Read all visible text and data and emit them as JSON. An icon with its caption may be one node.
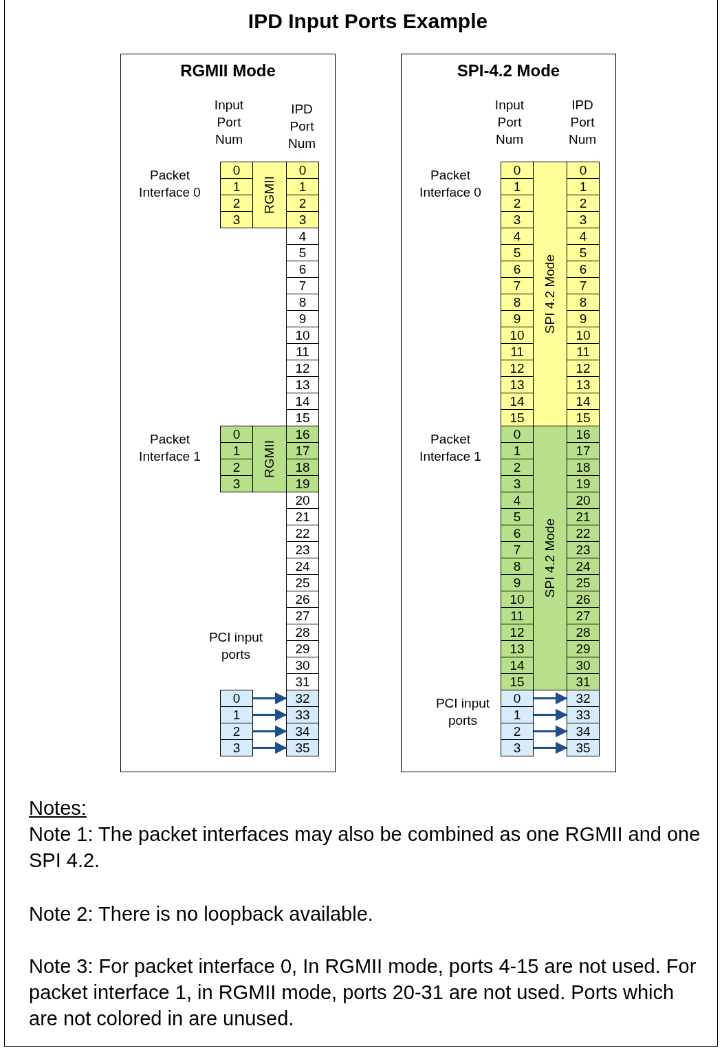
{
  "diagram": {
    "title": "IPD Input Ports Example",
    "nodes": [
      {
        "text": [
          "RGMII Mode"
        ]
      },
      {
        "text": [
          "SPI-4.2 Mode"
        ]
      },
      {
        "text": [
          "0"
        ],
        "in": 0
      },
      {
        "text": [
          "1"
        ],
        "in": 0
      },
      {
        "text": [
          "2"
        ],
        "in": 0
      },
      {
        "text": [
          "3"
        ],
        "in": 0
      },
      {
        "text": [
          "RGMII"
        ],
        "in": 0
      },
      {
        "text": [
          "0"
        ],
        "in": 0
      },
      {
        "text": [
          "1"
        ],
        "in": 0
      },
      {
        "text": [
          "2"
        ],
        "in": 0
      },
      {
        "text": [
          "3"
        ],
        "in": 0
      },
      {
        "text": [
          "4"
        ],
        "in": 0
      },
      {
        "text": [
          "5"
        ],
        "in": 0
      },
      {
        "text": [
          "6"
        ],
        "in": 0
      },
      {
        "text": [
          "7"
        ],
        "in": 0
      },
      {
        "text": [
          "8"
        ],
        "in": 0
      },
      {
        "text": [
          "9"
        ],
        "in": 0
      },
      {
        "text": [
          "10"
        ],
        "in": 0
      },
      {
        "text": [
          "11"
        ],
        "in": 0
      },
      {
        "text": [
          "12"
        ],
        "in": 0
      },
      {
        "text": [
          "13"
        ],
        "in": 0
      },
      {
        "text": [
          "14"
        ],
        "in": 0
      },
      {
        "text": [
          "15"
        ],
        "in": 0
      },
      {
        "text": [
          "16"
        ],
        "in": 0
      },
      {
        "text": [
          "17"
        ],
        "in": 0
      },
      {
        "text": [
          "18"
        ],
        "in": 0
      },
      {
        "text": [
          "19"
        ],
        "in": 0
      },
      {
        "text": [
          "20"
        ],
        "in": 0
      },
      {
        "text": [
          "21"
        ],
        "in": 0
      },
      {
        "text": [
          "22"
        ],
        "in": 0
      },
      {
        "text": [
          "23"
        ],
        "in": 0
      },
      {
        "text": [
          "24"
        ],
        "in": 0
      },
      {
        "text": [
          "25"
        ],
        "in": 0
      },
      {
        "text": [
          "26"
        ],
        "in": 0
      },
      {
        "text": [
          "27"
        ],
        "in": 0
      },
      {
        "text": [
          "28"
        ],
        "in": 0
      },
      {
        "text": [
          "29"
        ],
        "in": 0
      },
      {
        "text": [
          "30"
        ],
        "in": 0
      },
      {
        "text": [
          "31"
        ],
        "in": 0
      },
      {
        "text": [
          "32"
        ],
        "in": 0
      },
      {
        "text": [
          "33"
        ],
        "in": 0
      },
      {
        "text": [
          "34"
        ],
        "in": 0
      },
      {
        "text": [
          "35"
        ],
        "in": 0
      },
      {
        "text": [
          "0"
        ],
        "in": 0
      },
      {
        "text": [
          "1"
        ],
        "in": 0
      },
      {
        "text": [
          "2"
        ],
        "in": 0
      },
      {
        "text": [
          "3"
        ],
        "in": 0
      },
      {
        "text": [
          "RGMII"
        ],
        "in": 0
      },
      {
        "text": [
          "0"
        ],
        "in": 0
      },
      {
        "text": [
          "1"
        ],
        "in": 0
      },
      {
        "text": [
          "2"
        ],
        "in": 0
      },
      {
        "text": [
          "3"
        ],
        "in": 0
      },
      {
        "text": [
          "0"
        ],
        "in": 1
      },
      {
        "text": [
          "1"
        ],
        "in": 1
      },
      {
        "text": [
          "2"
        ],
        "in": 1
      },
      {
        "text": [
          "3"
        ],
        "in": 1
      },
      {
        "text": [
          "4"
        ],
        "in": 1
      },
      {
        "text": [
          "5"
        ],
        "in": 1
      },
      {
        "text": [
          "6"
        ],
        "in": 1
      },
      {
        "text": [
          "7"
        ],
        "in": 1
      },
      {
        "text": [
          "8"
        ],
        "in": 1
      },
      {
        "text": [
          "9"
        ],
        "in": 1
      },
      {
        "text": [
          "10"
        ],
        "in": 1
      },
      {
        "text": [
          "11"
        ],
        "in": 1
      },
      {
        "text": [
          "12"
        ],
        "in": 1
      },
      {
        "text": [
          "13"
        ],
        "in": 1
      },
      {
        "text": [
          "14"
        ],
        "in": 1
      },
      {
        "text": [
          "15"
        ],
        "in": 1
      },
      {
        "text": [
          "SPI 4.2 Mode"
        ],
        "in": 1
      },
      {
        "text": [
          "0"
        ],
        "in": 1
      },
      {
        "text": [
          "1"
        ],
        "in": 1
      },
      {
        "text": [
          "2"
        ],
        "in": 1
      },
      {
        "text": [
          "3"
        ],
        "in": 1
      },
      {
        "text": [
          "4"
        ],
        "in": 1
      },
      {
        "text": [
          "5"
        ],
        "in": 1
      },
      {
        "text": [
          "6"
        ],
        "in": 1
      },
      {
        "text": [
          "7"
        ],
        "in": 1
      },
      {
        "text": [
          "8"
        ],
        "in": 1
      },
      {
        "text": [
          "9"
        ],
        "in": 1
      },
      {
        "text": [
          "10"
        ],
        "in": 1
      },
      {
        "text": [
          "11"
        ],
        "in": 1
      },
      {
        "text": [
          "12"
        ],
        "in": 1
      },
      {
        "text": [
          "13"
        ],
        "in": 1
      },
      {
        "text": [
          "14"
        ],
        "in": 1
      },
      {
        "text": [
          "15"
        ],
        "in": 1
      },
      {
        "text": [
          "16"
        ],
        "in": 1
      },
      {
        "text": [
          "17"
        ],
        "in": 1
      },
      {
        "text": [
          "18"
        ],
        "in": 1
      },
      {
        "text": [
          "19"
        ],
        "in": 1
      },
      {
        "text": [
          "20"
        ],
        "in": 1
      },
      {
        "text": [
          "21"
        ],
        "in": 1
      },
      {
        "text": [
          "22"
        ],
        "in": 1
      },
      {
        "text": [
          "23"
        ],
        "in": 1
      },
      {
        "text": [
          "24"
        ],
        "in": 1
      },
      {
        "text": [
          "25"
        ],
        "in": 1
      },
      {
        "text": [
          "26"
        ],
        "in": 1
      },
      {
        "text": [
          "27"
        ],
        "in": 1
      },
      {
        "text": [
          "28"
        ],
        "in": 1
      },
      {
        "text": [
          "29"
        ],
        "in": 1
      },
      {
        "text": [
          "30"
        ],
        "in": 1
      },
      {
        "text": [
          "31"
        ],
        "in": 1
      },
      {
        "text": [
          "32"
        ],
        "in": 1
      },
      {
        "text": [
          "33"
        ],
        "in": 1
      },
      {
        "text": [
          "34"
        ],
        "in": 1
      },
      {
        "text": [
          "35"
        ],
        "in": 1
      },
      {
        "text": [
          "0"
        ],
        "in": 1
      },
      {
        "text": [
          "1"
        ],
        "in": 1
      },
      {
        "text": [
          "2"
        ],
        "in": 1
      },
      {
        "text": [
          "3"
        ],
        "in": 1
      },
      {
        "text": [
          "4"
        ],
        "in": 1
      },
      {
        "text": [
          "5"
        ],
        "in": 1
      },
      {
        "text": [
          "6"
        ],
        "in": 1
      },
      {
        "text": [
          "7"
        ],
        "in": 1
      },
      {
        "text": [
          "8"
        ],
        "in": 1
      },
      {
        "text": [
          "9"
        ],
        "in": 1
      },
      {
        "text": [
          "10"
        ],
        "in": 1
      },
      {
        "text": [
          "11"
        ],
        "in": 1
      },
      {
        "text": [
          "12"
        ],
        "in": 1
      },
      {
        "text": [
          "13"
        ],
        "in": 1
      },
      {
        "text": [
          "14"
        ],
        "in": 1
      },
      {
        "text": [
          "15"
        ],
        "in": 1
      },
      {
        "text": [
          "SPI 4.2 Mode"
        ],
        "in": 1
      },
      {
        "text": [
          "0"
        ],
        "in": 1
      },
      {
        "text": [
          "1"
        ],
        "in": 1
      },
      {
        "text": [
          "2"
        ],
        "in": 1
      },
      {
        "text": [
          "3"
        ],
        "in": 1
      }
    ],
    "edges": [
      {
        "from": 48,
        "to": 39,
        "arrow": "to"
      },
      {
        "from": 49,
        "to": 40,
        "arrow": "to"
      },
      {
        "from": 50,
        "to": 41,
        "arrow": "to"
      },
      {
        "from": 51,
        "to": 42,
        "arrow": "to"
      },
      {
        "from": 122,
        "to": 101,
        "arrow": "to"
      },
      {
        "from": 123,
        "to": 102,
        "arrow": "to"
      },
      {
        "from": 124,
        "to": 103,
        "arrow": "to"
      },
      {
        "from": 125,
        "to": 104,
        "arrow": "to"
      }
    ],
    "labels": [
      "Input Port Num",
      "IPD Port Num",
      "Packet Interface 0",
      "Packet Interface 1",
      "PCI input ports",
      "Input Port Num",
      "IPD Port Num",
      "Packet Interface 0",
      "Packet Interface 1",
      "PCI input ports",
      "Notes:",
      "Note 1: The packet interfaces may also be combined as one RGMII and one SPI 4.2.",
      "Note 2: There is no loopback available.",
      "Note 3: For packet interface 0, In RGMII mode, ports 4-15 are not used. For packet interface 1, in RGMII mode, ports 20-31 are not used. Ports which are not colored in are unused."
    ]
  }
}
